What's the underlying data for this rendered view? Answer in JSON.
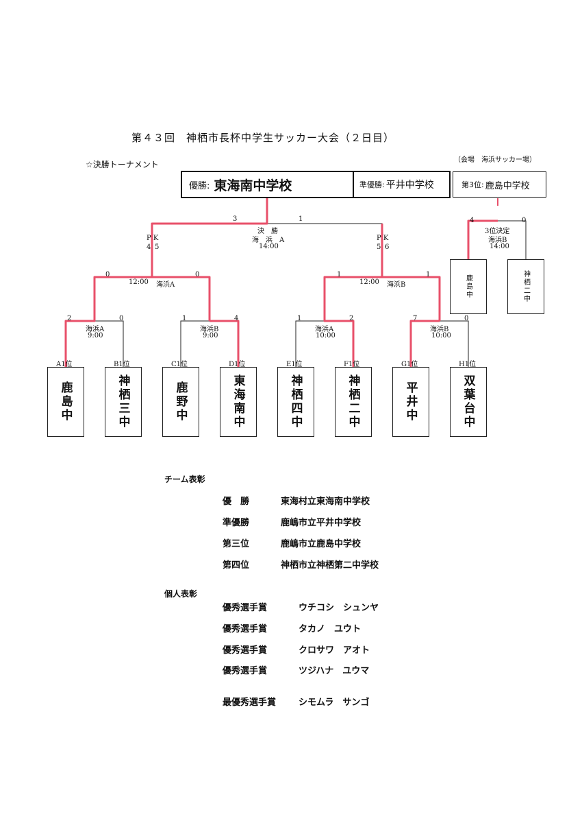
{
  "title": "第４３回　神栖市長杯中学生サッカー大会（２日目）",
  "section_title": "☆決勝トーナメント",
  "venue": "（会場　海浜サッカー場）",
  "results": {
    "winner_label": "優勝:",
    "winner": "東海南中学校",
    "runner_up_label": "準優勝:",
    "runner_up": "平井中学校",
    "third_label": "第3位:",
    "third": "鹿島中学校"
  },
  "final": {
    "label": "決　勝",
    "venue": "海　浜　A",
    "time": "14:00",
    "score_left": "3",
    "score_right": "1",
    "pk_left": "4",
    "pk_left_b": "5",
    "pk_right": "5",
    "pk_right_b": "6",
    "pk_mark": "P K"
  },
  "third_place": {
    "label": "3位決定",
    "venue": "海浜B",
    "time": "14:00",
    "score_left": "4",
    "score_right": "0",
    "team_left": "鹿島中",
    "team_right": "神栖二中"
  },
  "semis": [
    {
      "time": "12:00",
      "venue": "海浜A",
      "score_left": "0",
      "score_right": "0"
    },
    {
      "time": "12:00",
      "venue": "海浜B",
      "score_left": "1",
      "score_right": "1"
    }
  ],
  "quarters": [
    {
      "venue": "海浜A",
      "time": "9:00",
      "score_left": "2",
      "score_right": "0"
    },
    {
      "venue": "海浜B",
      "time": "9:00",
      "score_left": "1",
      "score_right": "4"
    },
    {
      "venue": "海浜A",
      "time": "10:00",
      "score_left": "1",
      "score_right": "2"
    },
    {
      "venue": "海浜B",
      "time": "10:00",
      "score_left": "7",
      "score_right": "0"
    }
  ],
  "teams": [
    {
      "seed": "A1位",
      "name": "鹿島中"
    },
    {
      "seed": "B1位",
      "name": "神栖三中"
    },
    {
      "seed": "C1位",
      "name": "鹿野中"
    },
    {
      "seed": "D1位",
      "name": "東海南中"
    },
    {
      "seed": "E1位",
      "name": "神栖四中"
    },
    {
      "seed": "F1位",
      "name": "神栖二中"
    },
    {
      "seed": "G1位",
      "name": "平井中"
    },
    {
      "seed": "H1位",
      "name": "双葉台中"
    }
  ],
  "team_awards": {
    "heading": "チーム表彰",
    "items": [
      {
        "rank": "優　勝",
        "school": "東海村立東海南中学校"
      },
      {
        "rank": "準優勝",
        "school": "鹿嶋市立平井中学校"
      },
      {
        "rank": "第三位",
        "school": "鹿嶋市立鹿島中学校"
      },
      {
        "rank": "第四位",
        "school": "神栖市立神栖第二中学校"
      }
    ]
  },
  "individual_awards": {
    "heading": "個人表彰",
    "items": [
      {
        "award": "優秀選手賞",
        "name": "ウチコシ　シュンヤ"
      },
      {
        "award": "優秀選手賞",
        "name": "タカノ　ユウト"
      },
      {
        "award": "優秀選手賞",
        "name": "クロサワ　アオト"
      },
      {
        "award": "優秀選手賞",
        "name": "ツジハナ　ユウマ"
      }
    ],
    "mvp": {
      "award": "最優秀選手賞",
      "name": "シモムラ　サンゴ"
    }
  },
  "colors": {
    "highlight": "#e8506a",
    "line": "#222222"
  }
}
